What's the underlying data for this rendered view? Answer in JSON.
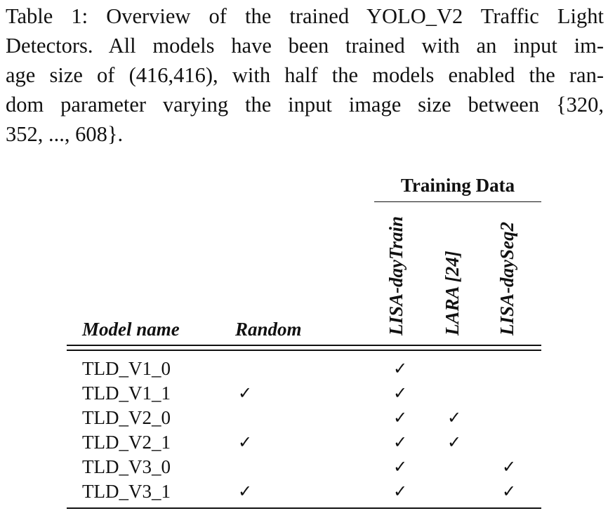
{
  "caption": {
    "lines": [
      "Table 1: Overview of the trained YOLO_V2 Traffic Light",
      "Detectors. All models have been trained with an input im-",
      "age size of (416,416), with half the models enabled the ran-",
      "dom parameter varying the input image size between {320,",
      "352, ..., 608}."
    ]
  },
  "table": {
    "group_header": "Training Data",
    "columns": {
      "model": "Model name",
      "random": "Random",
      "lisa_daytrain": "LISA-dayTrain",
      "lara": "LARA [24]",
      "lisa_dayseq2": "LISA-daySeq2"
    },
    "check_symbol": "✓",
    "rows": [
      {
        "name": "TLD_V1_0",
        "random": "",
        "lisa_daytrain": "✓",
        "lara": "",
        "lisa_dayseq2": ""
      },
      {
        "name": "TLD_V1_1",
        "random": "✓",
        "lisa_daytrain": "✓",
        "lara": "",
        "lisa_dayseq2": ""
      },
      {
        "name": "TLD_V2_0",
        "random": "",
        "lisa_daytrain": "✓",
        "lara": "✓",
        "lisa_dayseq2": ""
      },
      {
        "name": "TLD_V2_1",
        "random": "✓",
        "lisa_daytrain": "✓",
        "lara": "✓",
        "lisa_dayseq2": ""
      },
      {
        "name": "TLD_V3_0",
        "random": "",
        "lisa_daytrain": "✓",
        "lara": "",
        "lisa_dayseq2": "✓"
      },
      {
        "name": "TLD_V3_1",
        "random": "✓",
        "lisa_daytrain": "✓",
        "lara": "",
        "lisa_dayseq2": "✓"
      }
    ]
  }
}
